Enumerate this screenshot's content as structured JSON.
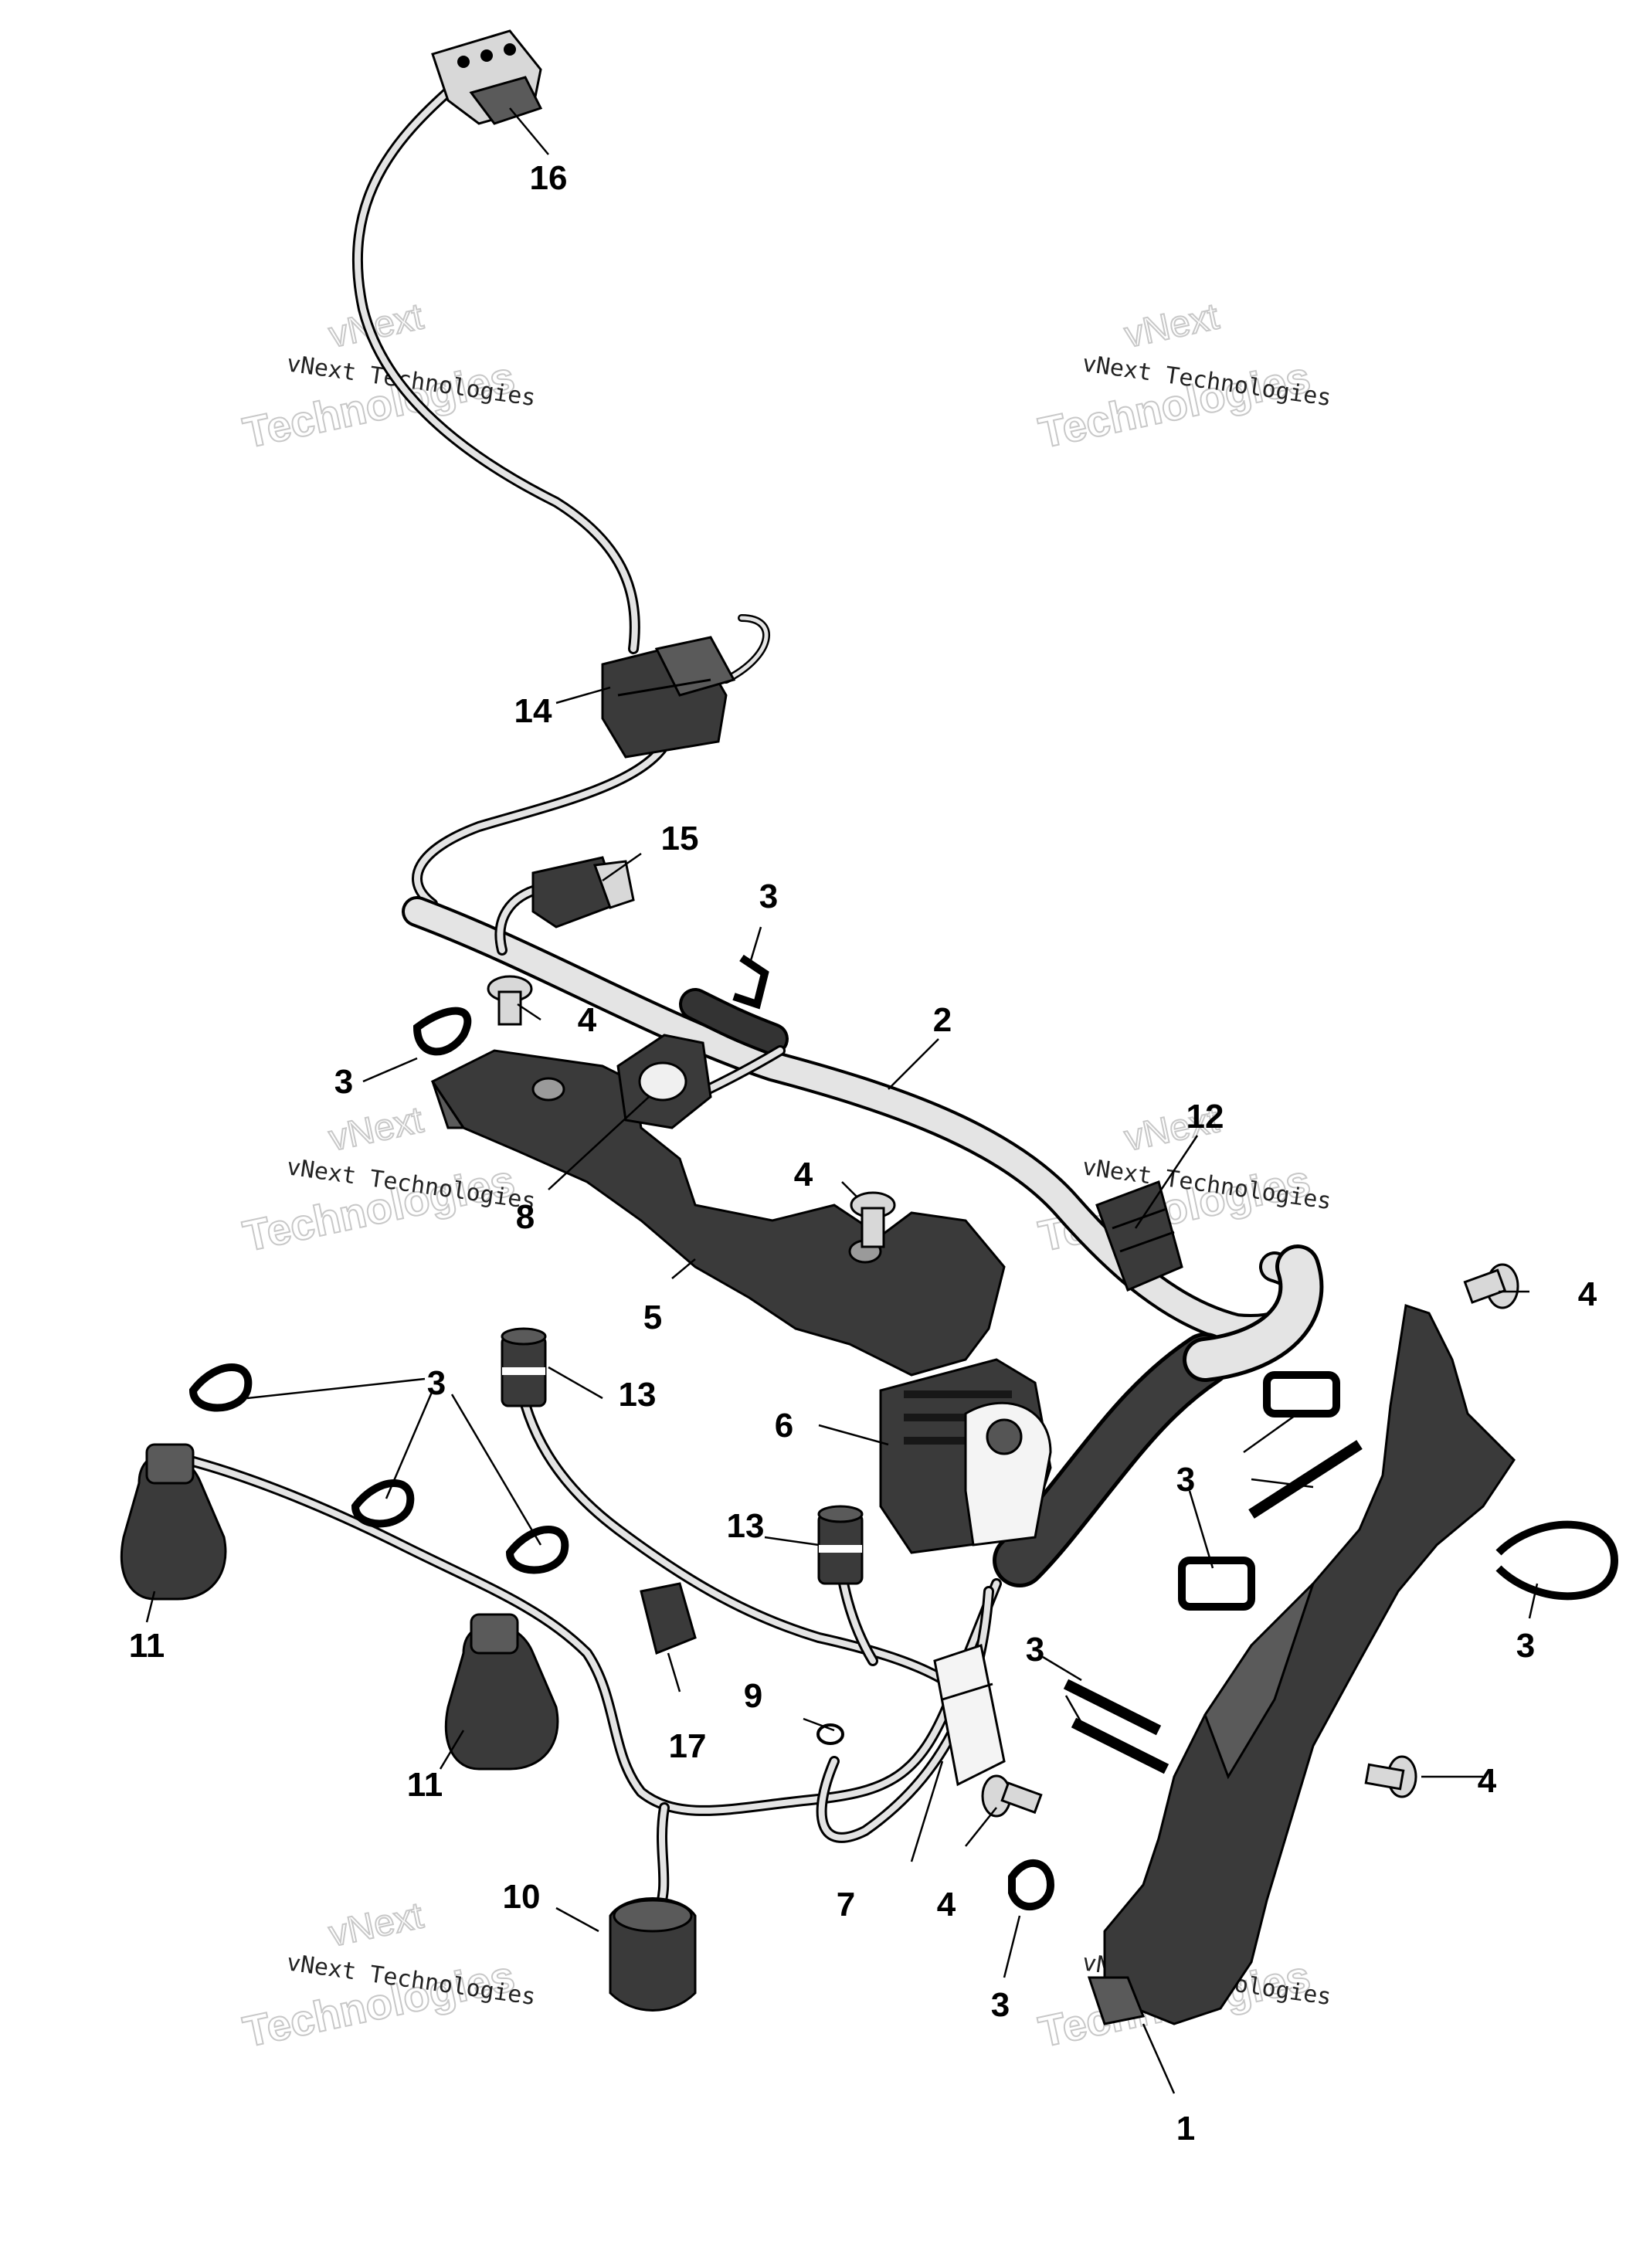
{
  "callouts": {
    "c1": "1",
    "c2": "2",
    "c3": "3",
    "c4": "4",
    "c5": "5",
    "c6": "6",
    "c7": "7",
    "c8": "8",
    "c9": "9",
    "c10": "10",
    "c11": "11",
    "c12": "12",
    "c13": "13",
    "c14": "14",
    "c15": "15",
    "c16": "16",
    "c17": "17"
  },
  "watermark": {
    "line1": "vNext Technologies",
    "line2": "Technologies",
    "line3": "vNext"
  }
}
